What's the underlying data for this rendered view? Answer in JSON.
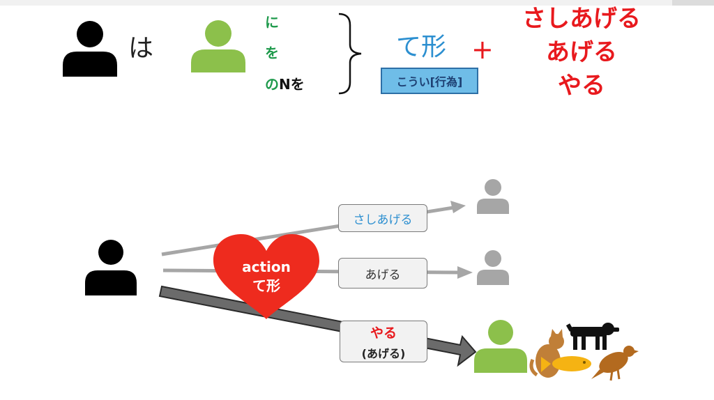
{
  "pattern": {
    "topic_particle": "は",
    "particle_ni": "に",
    "particle_wo": "を",
    "particle_no": "の",
    "n_wo": "Nを",
    "te_form": "て形",
    "plus": "+",
    "koui": "こうい[行為]",
    "verbs": [
      "さしあげる",
      "あげる",
      "やる"
    ]
  },
  "diagram": {
    "heart_line1": "action",
    "heart_line2": "て形",
    "box_sashiageru": "さしあげる",
    "box_ageru": "あげる",
    "box_yaru": "やる",
    "box_yaru_sub": "(あげる)"
  },
  "colors": {
    "black": "#000000",
    "green_person": "#8cc04b",
    "grey_person": "#a6a6a6",
    "red": "#e8191d",
    "blue_te": "#2c8fd0",
    "heart_red": "#ee2b1e"
  }
}
